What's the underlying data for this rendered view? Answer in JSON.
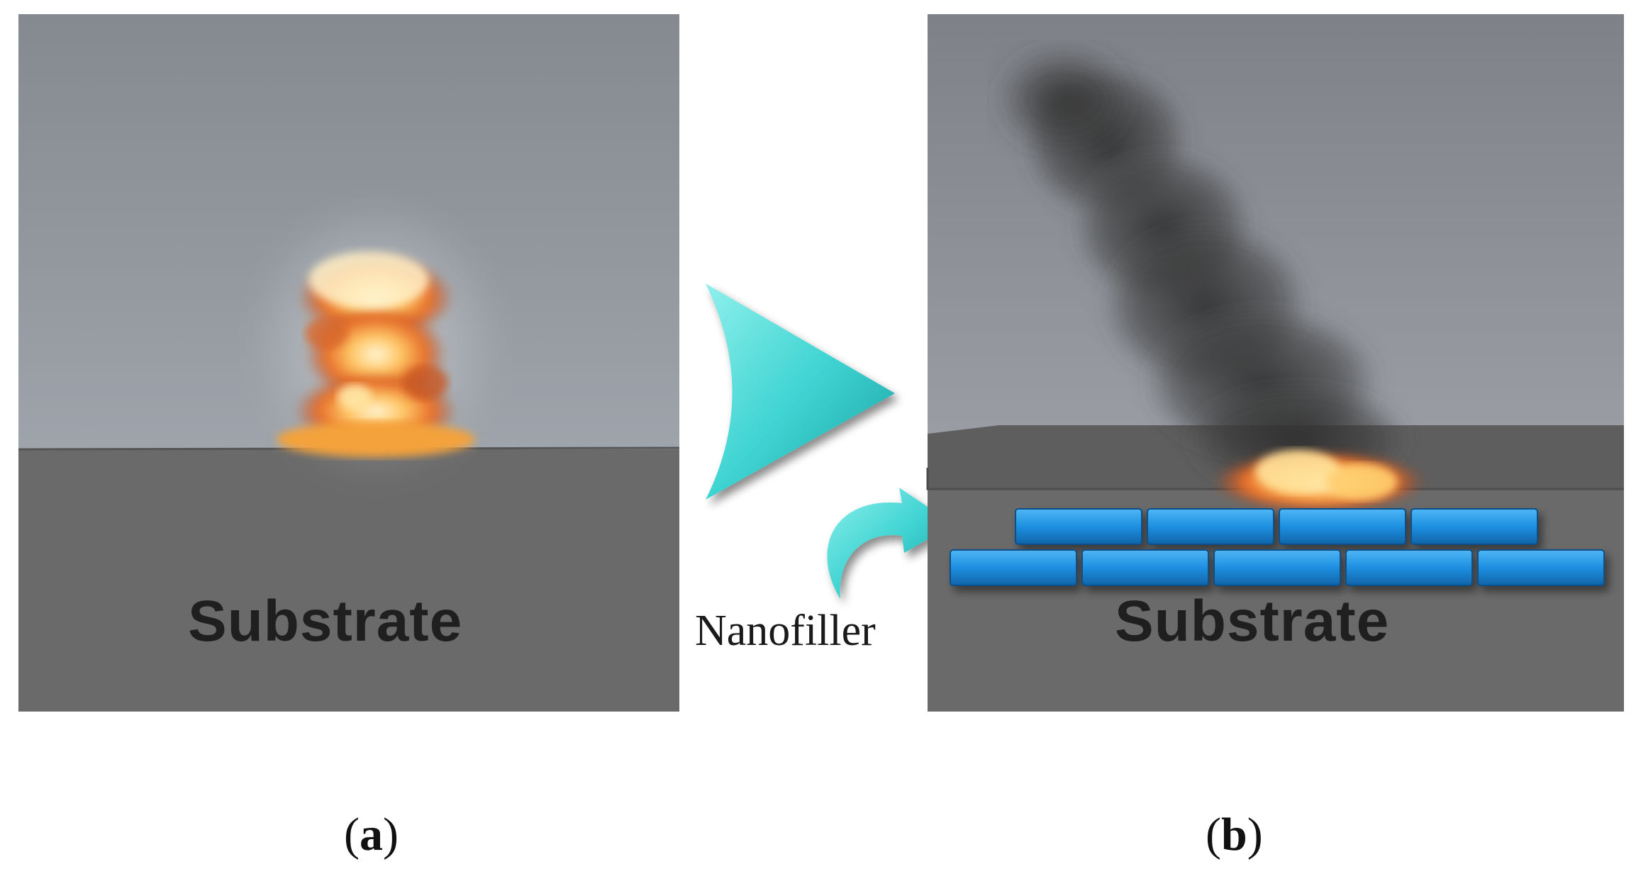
{
  "panel_a": {
    "substrate_label": "Substrate",
    "caption_letter": "a"
  },
  "panel_b": {
    "substrate_label": "Substrate",
    "caption_letter": "b"
  },
  "arrow_label": "Nanofiller",
  "colors": {
    "sky_top": "#868a90",
    "sky_bottom": "#9ba1a8",
    "substrate": "#6b6b6b",
    "brick": "#1e8fe0",
    "arrow": "#3fd4d2",
    "fire": "#f4a23a",
    "smoke": "#3a3a3a"
  },
  "icons": [
    "fire-icon",
    "smoke-icon",
    "nanofiller-brick-icon",
    "process-arrow-icon",
    "curved-arrow-icon"
  ]
}
